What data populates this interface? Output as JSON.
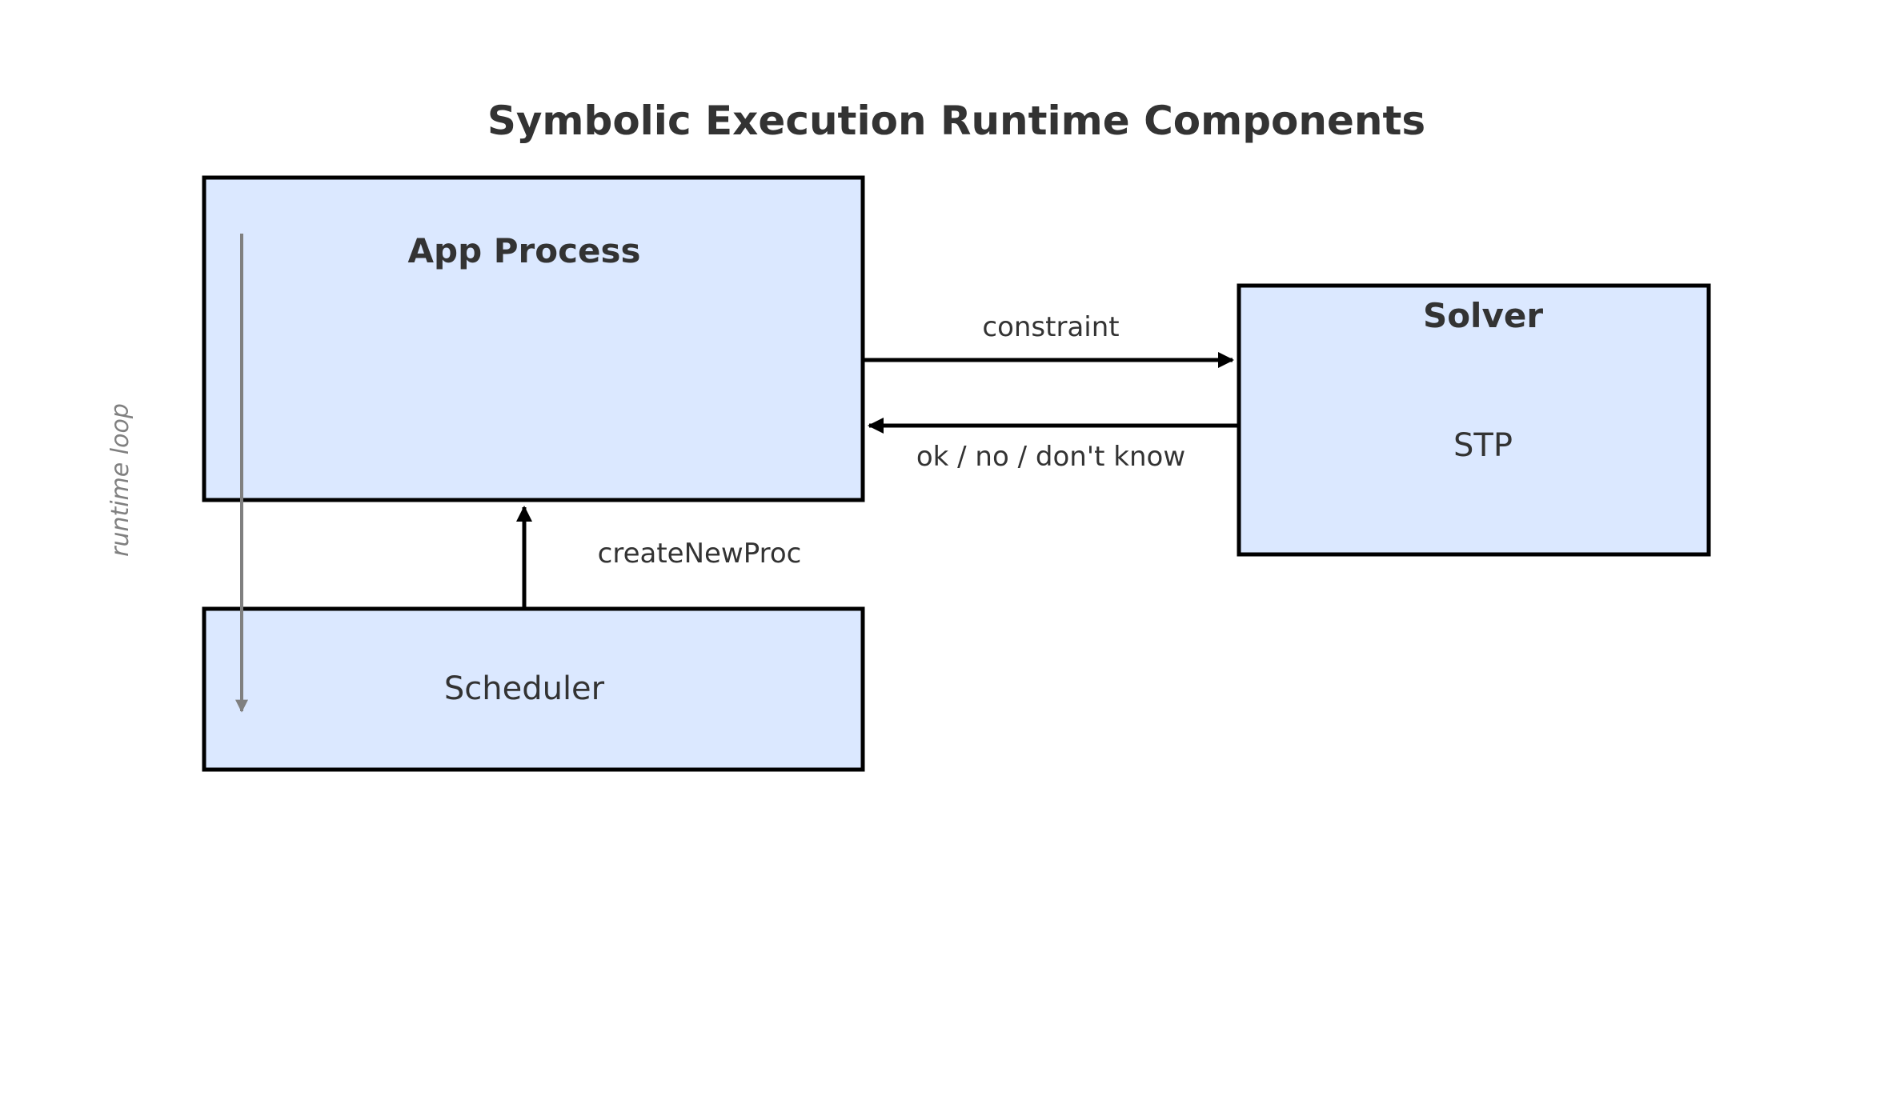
{
  "diagram": {
    "title": "Symbolic Execution Runtime Components",
    "nodes": {
      "app_process": {
        "title": "App Process"
      },
      "solver": {
        "title": "Solver",
        "subtitle": "STP"
      },
      "scheduler": {
        "label": "Scheduler"
      }
    },
    "edges": {
      "constraint": {
        "label": "constraint",
        "from": "App Process",
        "to": "Solver"
      },
      "result": {
        "label": "ok / no / don't know",
        "from": "Solver",
        "to": "App Process"
      },
      "create": {
        "label": "createNewProc",
        "from": "Scheduler",
        "to": "App Process"
      },
      "loop": {
        "label": "runtime loop",
        "from": "App Process",
        "to": "Scheduler"
      }
    },
    "colors": {
      "box_fill": "#dbe8ff",
      "box_stroke": "#000000",
      "text": "#333333",
      "loop": "#808080"
    }
  }
}
